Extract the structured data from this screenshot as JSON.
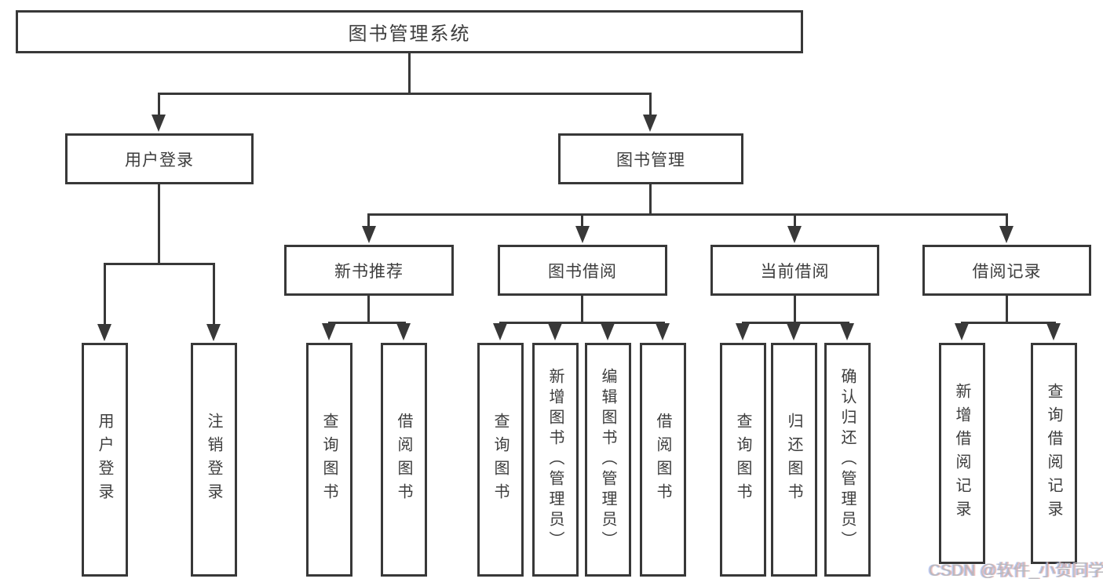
{
  "diagram": {
    "title": "图书管理系统",
    "level2": [
      "用户登录",
      "图书管理"
    ],
    "level3": [
      "新书推荐",
      "图书借阅",
      "当前借阅",
      "借阅记录"
    ],
    "leaves": [
      "用户登录",
      "注销登录",
      "查询图书",
      "借阅图书",
      "查询图书",
      "新增图书（管理员）",
      "编辑图书（管理员）",
      "借阅图书",
      "查询图书",
      "归还图书",
      "确认归还（管理员）",
      "新增借阅记录",
      "查询借阅记录"
    ]
  },
  "watermark": "CSDN @软件_小贺同学",
  "colors": {
    "line": "#383838",
    "text": "#3d3d3d",
    "background": "#ffffff",
    "watermark": "#b9b9bd"
  }
}
